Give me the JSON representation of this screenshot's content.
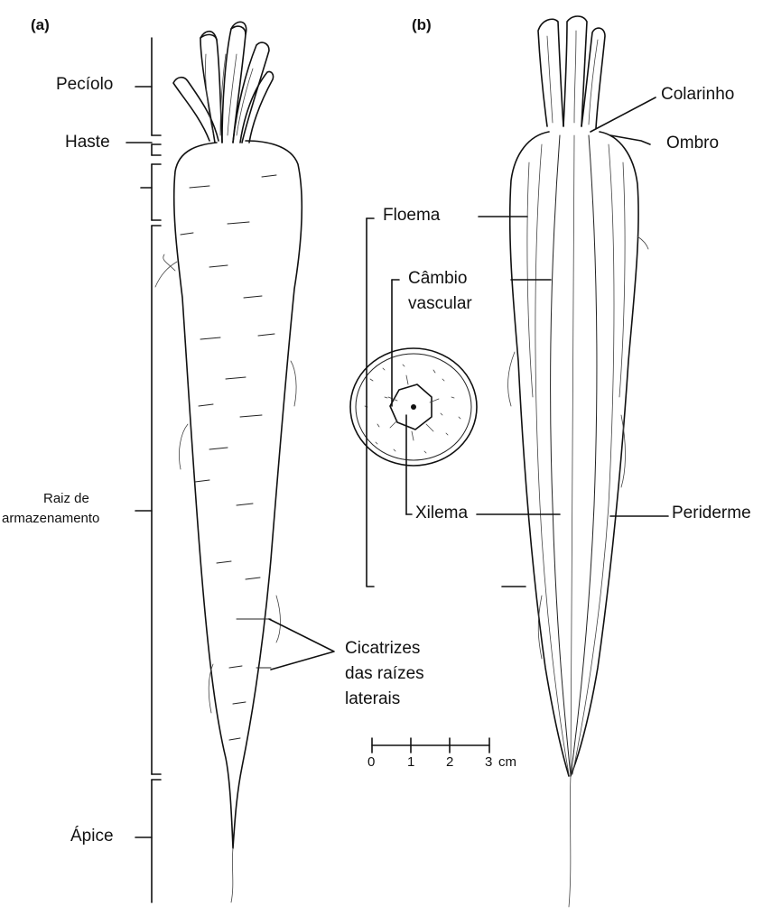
{
  "panels": {
    "a": "(a)",
    "b": "(b)"
  },
  "labels_a": {
    "peciolo": "Pecíolo",
    "haste": "Haste",
    "raiz_line1": "Raiz de",
    "raiz_line2": "armazenamento",
    "apice": "Ápice",
    "cicatrizes_line1": "Cicatrizes",
    "cicatrizes_line2": "das raízes",
    "cicatrizes_line3": "laterais"
  },
  "labels_b": {
    "colarinho": "Colarinho",
    "ombro": "Ombro",
    "floema": "Floema",
    "cambio_line1": "Câmbio",
    "cambio_line2": "vascular",
    "xilema": "Xilema",
    "periderme": "Periderme"
  },
  "scale": {
    "ticks": [
      "0",
      "1",
      "2",
      "3"
    ],
    "unit": "cm"
  }
}
